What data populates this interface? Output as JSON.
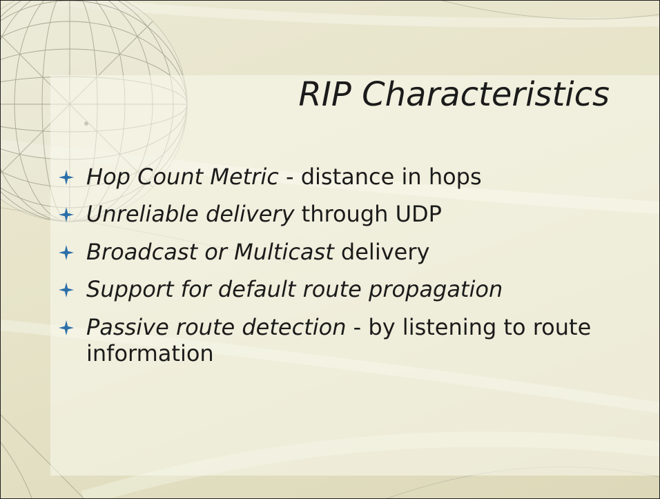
{
  "slide": {
    "title": "RIP Characteristics",
    "bullets": [
      {
        "emphasis": "Hop Count Metric",
        "rest": " - distance in hops"
      },
      {
        "emphasis": "Unreliable delivery",
        "rest": " through UDP"
      },
      {
        "emphasis": "Broadcast or Multicast",
        "rest": " delivery"
      },
      {
        "emphasis": "Support for default route propagation",
        "rest": ""
      },
      {
        "emphasis": "Passive route detection",
        "rest": " - by listening to route information"
      }
    ],
    "bullet_icon": "four-point-star-icon",
    "decoration_icon": "wireframe-globe-icon"
  },
  "colors": {
    "background": "#e6e3c8",
    "text": "#1b1b1b",
    "bullet": "#2b6fa8"
  }
}
